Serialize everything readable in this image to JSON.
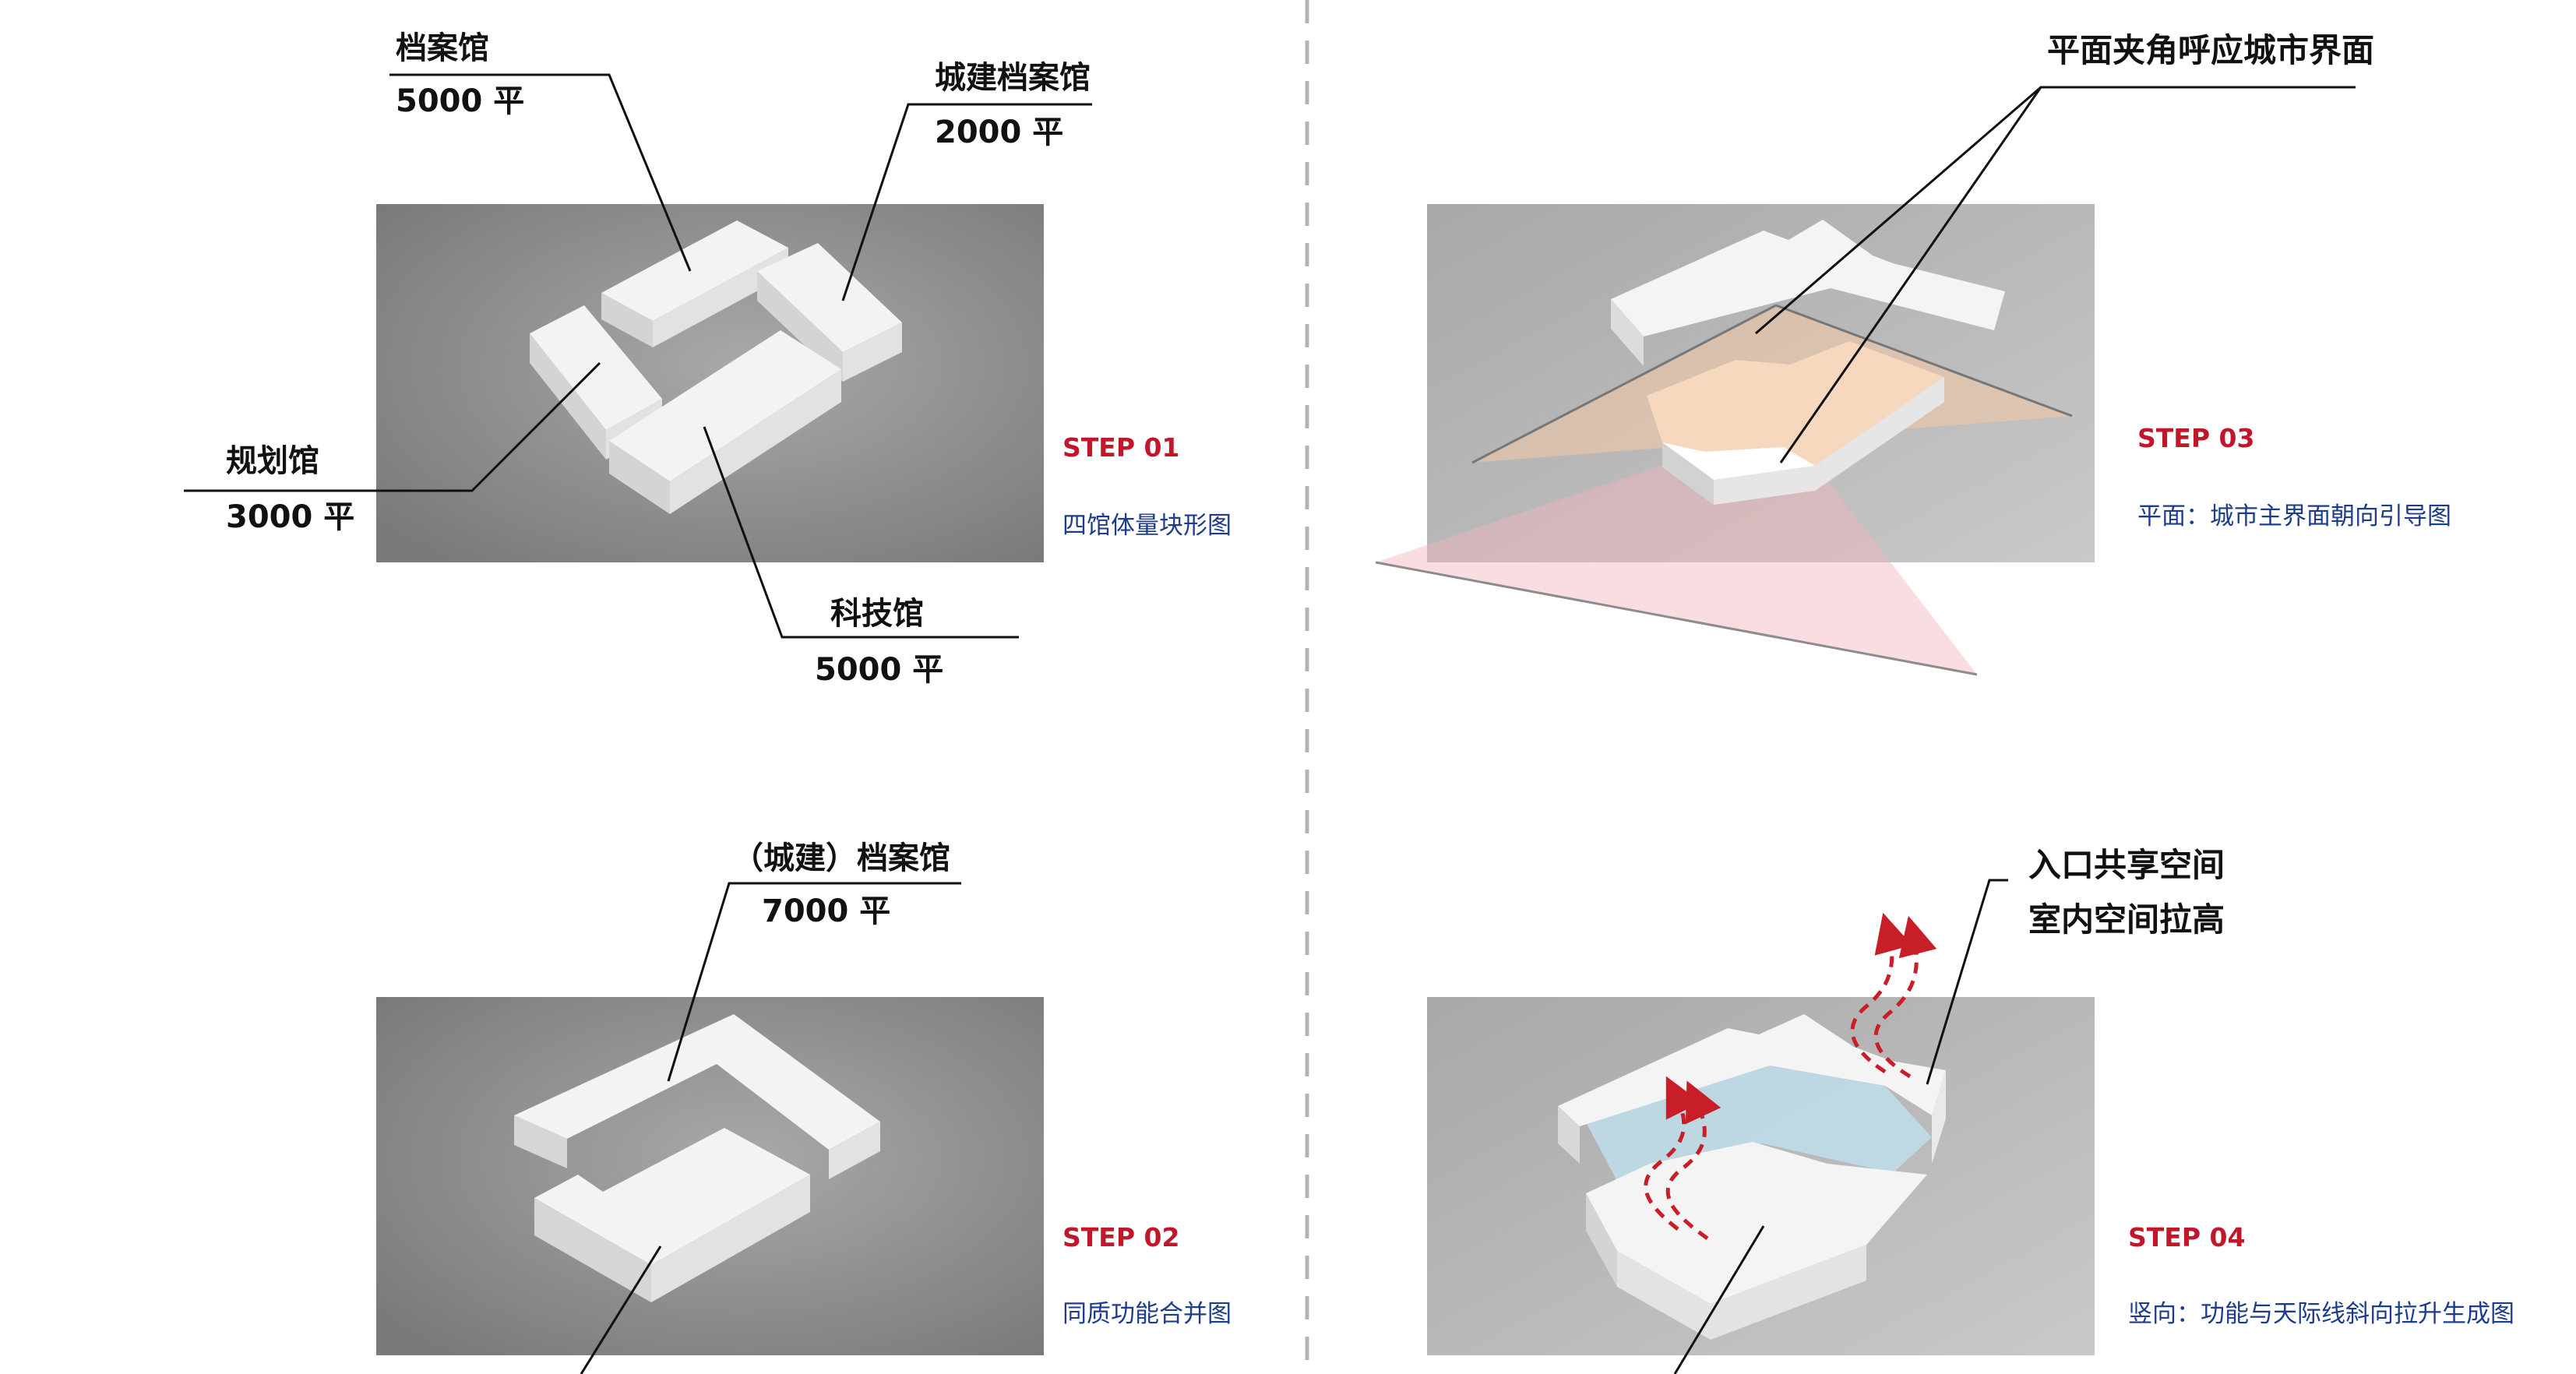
{
  "colors": {
    "step_accent": "#c0172a",
    "caption_text": "#1e3c8c",
    "label_text": "#111111",
    "divider": "#b4b4b4",
    "plate": "#8f8f8f",
    "block": "#f4f4f4",
    "highlight_orange": "#f0c8a8",
    "highlight_pink": "#f4b4ba",
    "arrow_red": "#c81e28",
    "glass_blue": "#bfe0ef"
  },
  "step01": {
    "step_label": "STEP 01",
    "caption": "四馆体量块形图",
    "labels": {
      "archive": {
        "name": "档案馆",
        "area": "5000 平"
      },
      "urban_archive": {
        "name": "城建档案馆",
        "area": "2000 平"
      },
      "planning": {
        "name": "规划馆",
        "area": "3000 平"
      },
      "science": {
        "name": "科技馆",
        "area": "5000 平"
      }
    }
  },
  "step02": {
    "step_label": "STEP 02",
    "caption": "同质功能合并图",
    "labels": {
      "merged_archive": {
        "name": "（城建）档案馆",
        "area": "7000 平"
      }
    }
  },
  "step03": {
    "step_label": "STEP 03",
    "caption": "平面：城市主界面朝向引导图",
    "title": "平面夹角呼应城市界面"
  },
  "step04": {
    "step_label": "STEP 04",
    "caption": "竖向：功能与天际线斜向拉升生成图",
    "title_line1": "入口共享空间",
    "title_line2": "室内空间拉高"
  }
}
